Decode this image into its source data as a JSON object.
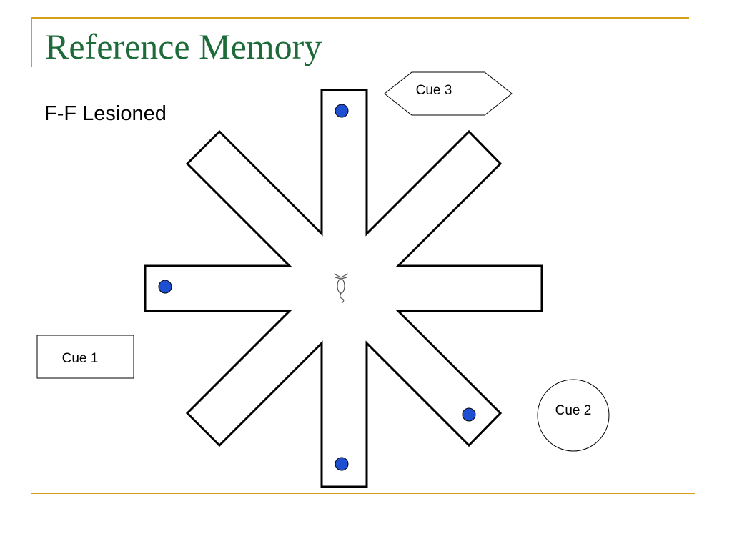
{
  "slide": {
    "title": "Reference Memory",
    "subtitle": "F-F Lesioned",
    "accent_color": "#d4a017",
    "title_color": "#1e6b3a"
  },
  "diagram": {
    "type": "radial-arm-maze",
    "arm_count": 8,
    "center_icon": "rat-icon",
    "baited_arms": [
      "north",
      "west",
      "south",
      "southeast"
    ],
    "food_color": "#1f4fd1",
    "cues": [
      {
        "label": "Cue 1",
        "shape": "rectangle"
      },
      {
        "label": "Cue 2",
        "shape": "circle"
      },
      {
        "label": "Cue 3",
        "shape": "hexagon"
      }
    ]
  }
}
